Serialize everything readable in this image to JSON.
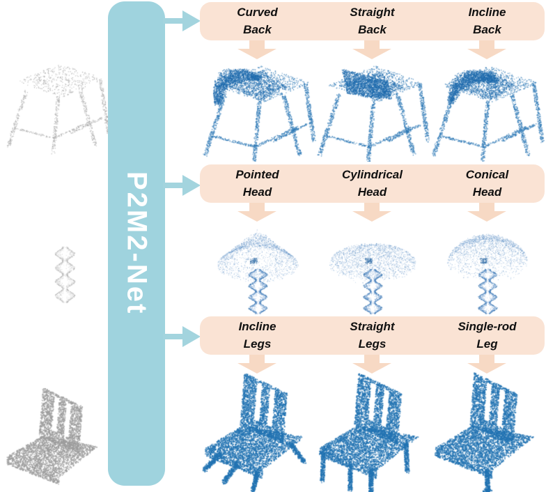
{
  "model": {
    "name": "P2M2-Net"
  },
  "colors": {
    "bar_teal": "#9fd3de",
    "label_box_peach": "#fae3d4",
    "down_arrow_peach": "#f7d9c4",
    "output_blue": "#2e79b6",
    "input_gray": "#a9a9a9"
  },
  "inputs": [
    {
      "name": "partial-stool-point-cloud",
      "shape": "stool-partial"
    },
    {
      "name": "lamp-pole-point-cloud",
      "shape": "lamp-pole"
    },
    {
      "name": "legless-chair-point-cloud",
      "shape": "chair-legless"
    }
  ],
  "rows": [
    {
      "name": "back-variants",
      "options": [
        {
          "line1": "Curved",
          "line2": "Back",
          "shape": "stool-curved-back"
        },
        {
          "line1": "Straight",
          "line2": "Back",
          "shape": "stool-straight-back"
        },
        {
          "line1": "Incline",
          "line2": "Back",
          "shape": "stool-incline-back"
        }
      ]
    },
    {
      "name": "head-variants",
      "options": [
        {
          "line1": "Pointed",
          "line2": "Head",
          "shape": "lamp-pointed-head"
        },
        {
          "line1": "Cylindrical",
          "line2": "Head",
          "shape": "lamp-cylindrical-head"
        },
        {
          "line1": "Conical",
          "line2": "Head",
          "shape": "lamp-conical-head"
        }
      ]
    },
    {
      "name": "leg-variants",
      "options": [
        {
          "line1": "Incline",
          "line2": "Legs",
          "shape": "chair-incline-legs"
        },
        {
          "line1": "Straight",
          "line2": "Legs",
          "shape": "chair-straight-legs"
        },
        {
          "line1": "Single-rod",
          "line2": "Leg",
          "shape": "chair-single-rod-leg"
        }
      ]
    }
  ]
}
